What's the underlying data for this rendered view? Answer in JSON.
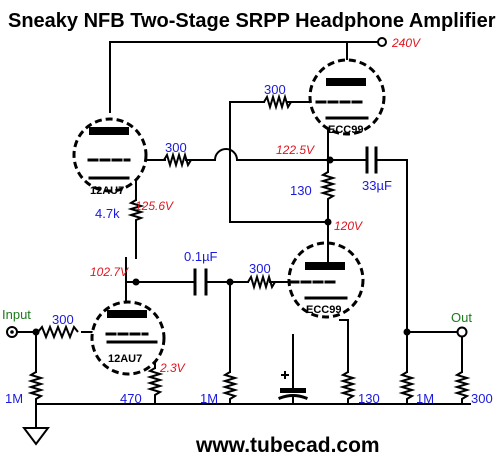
{
  "title": "Sneaky NFB Two-Stage SRPP Headphone Amplifier",
  "footer": "www.tubecad.com",
  "supply_label": "240V",
  "ports": {
    "input": "Input",
    "output": "Out"
  },
  "tubes": {
    "upper_left": "12AU7",
    "lower_left": "12AU7",
    "upper_right": "ECC99",
    "lower_right": "ECC99"
  },
  "voltages": {
    "v1": "125.6V",
    "v2": "102.7V",
    "v3": "2.3V",
    "v4": "122.5V",
    "v5": "120V"
  },
  "components": {
    "r_input": "300",
    "r_grid_leak_in": "1M",
    "r_cathode_lower_left": "470",
    "r_plate_4k7": "4.7k",
    "r_grid_upper_left": "300",
    "c_coupling": "0.1µF",
    "r_grid_lower_right": "300",
    "r_grid_leak_mid": "1M",
    "r_grid_upper_right": "300",
    "r_cathode_130_mid": "130",
    "c_output": "33µF",
    "r_cathode_130_low": "130",
    "r_output_1m": "1M",
    "r_load_300": "300"
  }
}
